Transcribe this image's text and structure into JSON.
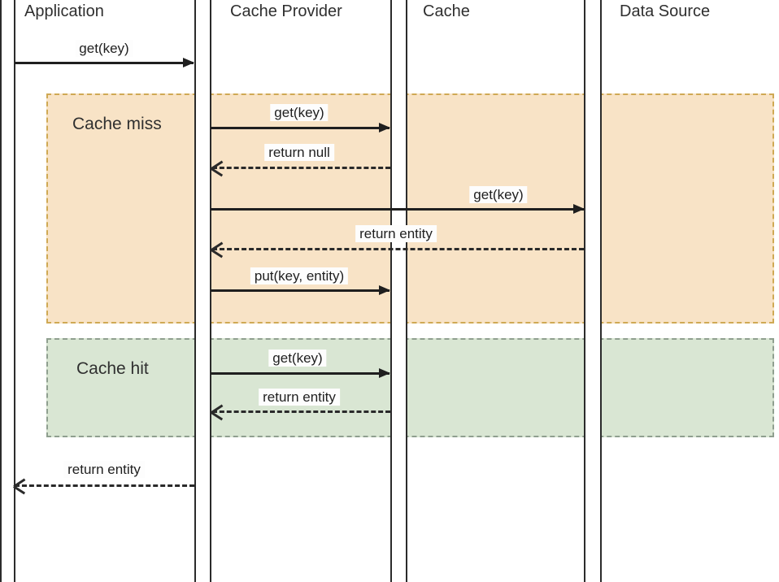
{
  "diagram": {
    "type": "sequence-diagram",
    "participants": [
      {
        "name": "Application"
      },
      {
        "name": "Cache Provider"
      },
      {
        "name": "Cache"
      },
      {
        "name": "Data Source"
      }
    ],
    "regions": [
      {
        "label": "Cache miss",
        "fill": "#f8e3c6",
        "border": "#cfa954"
      },
      {
        "label": "Cache hit",
        "fill": "#d9e6d3",
        "border": "#8f9f8f"
      }
    ],
    "arrows": [
      {
        "label": "get(key)",
        "from": "Application",
        "to": "Cache Provider",
        "line": "solid"
      },
      {
        "label": "get(key)",
        "from": "Cache Provider",
        "to": "Cache",
        "line": "solid"
      },
      {
        "label": "return null",
        "from": "Cache",
        "to": "Cache Provider",
        "line": "dashed"
      },
      {
        "label": "get(key)",
        "from": "Cache Provider",
        "to": "Data Source",
        "line": "solid"
      },
      {
        "label": "return entity",
        "from": "Data Source",
        "to": "Cache Provider",
        "line": "dashed"
      },
      {
        "label": "put(key, entity)",
        "from": "Cache Provider",
        "to": "Cache",
        "line": "solid"
      },
      {
        "label": "get(key)",
        "from": "Cache Provider",
        "to": "Cache",
        "line": "solid"
      },
      {
        "label": "return entity",
        "from": "Cache",
        "to": "Cache Provider",
        "line": "dashed"
      },
      {
        "label": "return entity",
        "from": "Cache Provider",
        "to": "Application",
        "line": "dashed"
      }
    ],
    "colors": {
      "arrow": "#1f1f1f",
      "lifeline_border": "#2b2b2b",
      "text": "#2f2f2f",
      "label_background": "#fdfdfd",
      "background": "#ffffff"
    }
  }
}
